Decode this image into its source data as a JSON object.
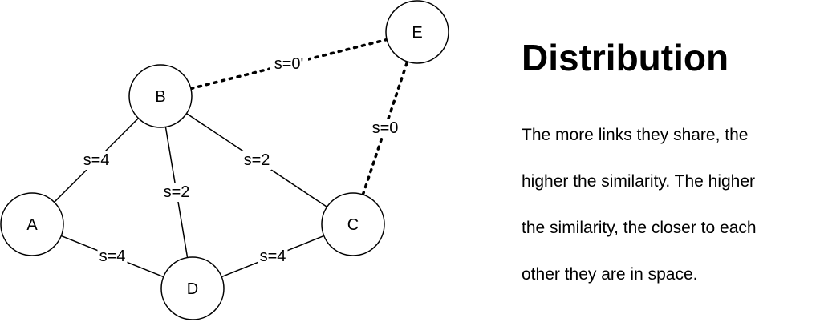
{
  "diagram": {
    "nodes": [
      {
        "id": "A",
        "label": "A"
      },
      {
        "id": "B",
        "label": "B"
      },
      {
        "id": "C",
        "label": "C"
      },
      {
        "id": "D",
        "label": "D"
      },
      {
        "id": "E",
        "label": "E"
      }
    ],
    "edges": [
      {
        "from": "A",
        "to": "B",
        "label": "s=4",
        "style": "solid"
      },
      {
        "from": "A",
        "to": "D",
        "label": "s=4",
        "style": "solid"
      },
      {
        "from": "B",
        "to": "D",
        "label": "s=2",
        "style": "solid"
      },
      {
        "from": "B",
        "to": "C",
        "label": "s=2",
        "style": "solid"
      },
      {
        "from": "D",
        "to": "C",
        "label": "s=4",
        "style": "solid"
      },
      {
        "from": "B",
        "to": "E",
        "label": "s=0'",
        "style": "dotted"
      },
      {
        "from": "C",
        "to": "E",
        "label": "s=0",
        "style": "dotted"
      }
    ]
  },
  "panel": {
    "title": "Distribution",
    "lines": [
      "The more links they share, the",
      "higher the similarity. The higher",
      "the similarity, the closer to each",
      "other they are in space."
    ]
  }
}
